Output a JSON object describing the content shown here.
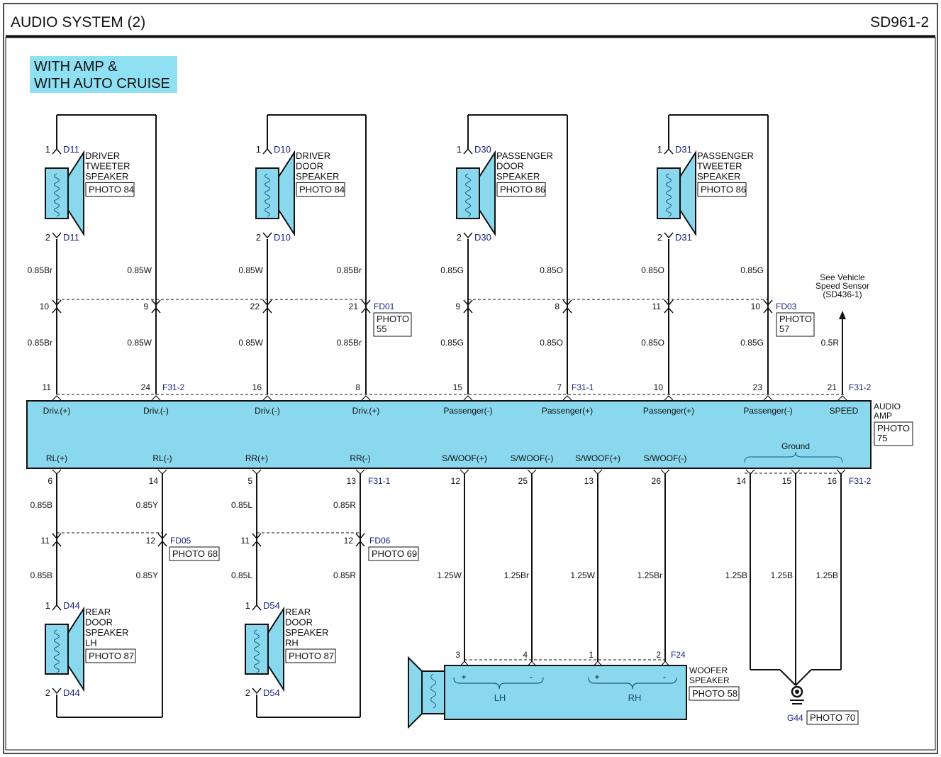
{
  "header": {
    "title": "AUDIO SYSTEM (2)",
    "code": "SD961-2"
  },
  "condition_label": [
    "WITH AMP &",
    "WITH AUTO CRUISE"
  ],
  "colors": {
    "component_fill": "#8ad8ee",
    "label_fill": "#8ee0f2",
    "line": "#111111",
    "connector_text": "#1a237e"
  },
  "top_speakers": [
    {
      "name_lines": [
        "DRIVER",
        "TWEETER",
        "SPEAKER"
      ],
      "photo": "PHOTO 84",
      "connector": "D11",
      "pin_top": "1",
      "pin_bottom": "2"
    },
    {
      "name_lines": [
        "DRIVER",
        "DOOR",
        "SPEAKER"
      ],
      "photo": "PHOTO 84",
      "connector": "D10",
      "pin_top": "1",
      "pin_bottom": "2"
    },
    {
      "name_lines": [
        "PASSENGER",
        "DOOR",
        "SPEAKER"
      ],
      "photo": "PHOTO 86",
      "connector": "D30",
      "pin_top": "1",
      "pin_bottom": "2"
    },
    {
      "name_lines": [
        "PASSENGER",
        "TWEETER",
        "SPEAKER"
      ],
      "photo": "PHOTO 86",
      "connector": "D31",
      "pin_top": "1",
      "pin_bottom": "2"
    }
  ],
  "top_circuits": [
    {
      "upper_wire": "0.85Br",
      "inline_pin": "10",
      "lower_wire": "0.85Br",
      "amp_pin": "11",
      "amp_label": "Driv.(+)"
    },
    {
      "upper_wire": "0.85W",
      "inline_pin": "9",
      "lower_wire": "0.85W",
      "amp_pin": "24",
      "amp_label": "Driv.(-)"
    },
    {
      "upper_wire": "0.85W",
      "inline_pin": "22",
      "lower_wire": "0.85W",
      "amp_pin": "16",
      "amp_label": "Driv.(-)"
    },
    {
      "upper_wire": "0.85Br",
      "inline_pin": "21",
      "lower_wire": "0.85Br",
      "amp_pin": "8",
      "amp_label": "Driv.(+)"
    },
    {
      "upper_wire": "0.85G",
      "inline_pin": "9",
      "lower_wire": "0.85G",
      "amp_pin": "15",
      "amp_label": "Passenger(-)"
    },
    {
      "upper_wire": "0.85O",
      "inline_pin": "8",
      "lower_wire": "0.85O",
      "amp_pin": "7",
      "amp_label": "Passenger(+)"
    },
    {
      "upper_wire": "0.85O",
      "inline_pin": "11",
      "lower_wire": "0.85O",
      "amp_pin": "10",
      "amp_label": "Passenger(+)"
    },
    {
      "upper_wire": "0.85G",
      "inline_pin": "10",
      "lower_wire": "0.85G",
      "amp_pin": "23",
      "amp_label": "Passenger(-)"
    }
  ],
  "inline_connectors_top": [
    {
      "id": "FD01",
      "photo_lines": [
        "PHOTO",
        "55"
      ]
    },
    {
      "id": "FD03",
      "photo_lines": [
        "PHOTO",
        "57"
      ]
    }
  ],
  "amp_connectors": {
    "top_left": "F31-2",
    "top_mid": "F31-1",
    "top_right": "F31-2",
    "bottom_left": "F31-1",
    "bottom_right": "F31-2"
  },
  "speed": {
    "wire": "0.5R",
    "amp_pin": "21",
    "amp_label": "SPEED",
    "note_lines": [
      "See Vehicle",
      "Speed Sensor",
      "(SD436-1)"
    ]
  },
  "amp": {
    "name_lines": [
      "AUDIO",
      "AMP"
    ],
    "photo_lines": [
      "PHOTO",
      "75"
    ],
    "ground_label": "Ground"
  },
  "rear_circuits": [
    {
      "amp_label": "RL(+)",
      "amp_pin": "6",
      "upper_wire": "0.85B",
      "inline_pin": "11",
      "lower_wire": "0.85B"
    },
    {
      "amp_label": "RL(-)",
      "amp_pin": "14",
      "upper_wire": "0.85Y",
      "inline_pin": "12",
      "lower_wire": "0.85Y"
    },
    {
      "amp_label": "RR(+)",
      "amp_pin": "5",
      "upper_wire": "0.85L",
      "inline_pin": "11",
      "lower_wire": "0.85L"
    },
    {
      "amp_label": "RR(-)",
      "amp_pin": "13",
      "upper_wire": "0.85R",
      "inline_pin": "12",
      "lower_wire": "0.85R"
    }
  ],
  "inline_connectors_rear": [
    {
      "id": "FD05",
      "photo": "PHOTO 68"
    },
    {
      "id": "FD06",
      "photo": "PHOTO 69"
    }
  ],
  "rear_speakers": [
    {
      "name_lines": [
        "REAR",
        "DOOR",
        "SPEAKER",
        "LH"
      ],
      "photo": "PHOTO 87",
      "connector": "D44",
      "pin_top": "1",
      "pin_bottom": "2"
    },
    {
      "name_lines": [
        "REAR",
        "DOOR",
        "SPEAKER",
        "RH"
      ],
      "photo": "PHOTO 87",
      "connector": "D54",
      "pin_top": "1",
      "pin_bottom": "2"
    }
  ],
  "woofer_circuits": [
    {
      "amp_label": "S/WOOF(+)",
      "amp_pin": "12",
      "wire": "1.25W",
      "woofer_pin": "3",
      "sign": "+"
    },
    {
      "amp_label": "S/WOOF(-)",
      "amp_pin": "25",
      "wire": "1.25Br",
      "woofer_pin": "4",
      "sign": "-"
    },
    {
      "amp_label": "S/WOOF(+)",
      "amp_pin": "13",
      "wire": "1.25W",
      "woofer_pin": "1",
      "sign": "+"
    },
    {
      "amp_label": "S/WOOF(-)",
      "amp_pin": "26",
      "wire": "1.25Br",
      "woofer_pin": "2",
      "sign": "-"
    }
  ],
  "woofer": {
    "name_lines": [
      "WOOFER",
      "SPEAKER"
    ],
    "photo": "PHOTO 58",
    "connector": "F24",
    "left_group": "LH",
    "right_group": "RH"
  },
  "ground_circuits": [
    {
      "amp_pin": "14",
      "wire": "1.25B"
    },
    {
      "amp_pin": "15",
      "wire": "1.25B"
    },
    {
      "amp_pin": "16",
      "wire": "1.25B"
    }
  ],
  "ground_point": {
    "id": "G44",
    "photo": "PHOTO 70"
  }
}
